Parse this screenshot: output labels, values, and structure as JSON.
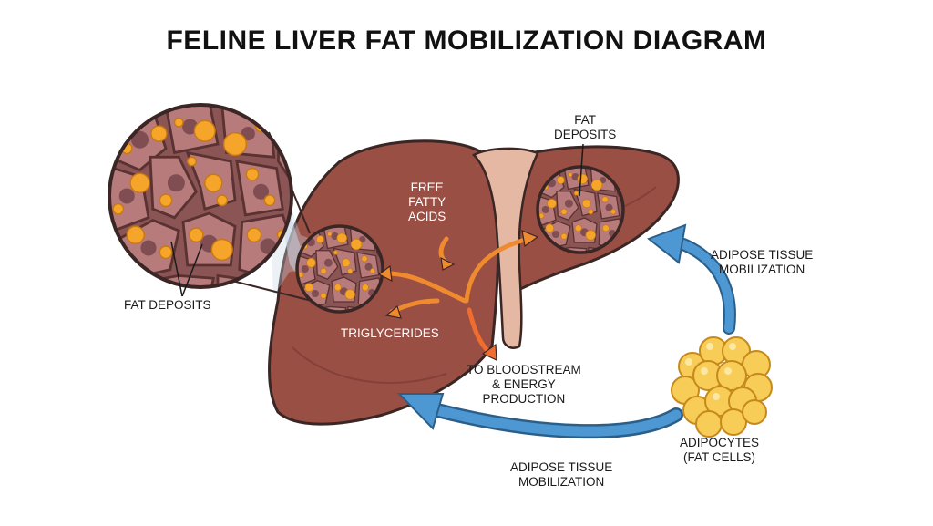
{
  "title": "FELINE LIVER FAT MOBILIZATION DIAGRAM",
  "labels": {
    "fat_deposits_left": "FAT DEPOSITS",
    "fat_deposits_top": [
      "FAT",
      "DEPOSITS"
    ],
    "free_fatty_acids": [
      "FREE",
      "FATTY",
      "ACIDS"
    ],
    "triglycerides": "TRIGLYCERIDES",
    "bloodstream": [
      "TO BLOODSTREAM",
      "& ENERGY",
      "PRODUCTION"
    ],
    "adipose_mobilization_right": [
      "ADIPOSE TISSUE",
      "MOBILIZATION"
    ],
    "adipocytes": [
      "ADIPOCYTES",
      "(FAT CELLS)"
    ],
    "adipose_mobilization_bottom": [
      "ADIPOSE TISSUE",
      "MOBILIZATION"
    ]
  },
  "colors": {
    "liver": "#9a4f45",
    "liver_dark": "#6e342d",
    "ligament": "#e4b8a2",
    "cell": "#b67b7a",
    "fat_droplet": "#f4a52a",
    "adipocyte": "#f7cc57",
    "arrow_blue": "#3f88c5",
    "arrow_orange": "#ef8a2e",
    "outline": "#3a2624"
  },
  "icons": {
    "magnifier_large": "hepatocyte-magnified-view",
    "magnifier_small": "hepatocyte-lens",
    "adipocyte_cluster": "fat-cell-cluster"
  }
}
